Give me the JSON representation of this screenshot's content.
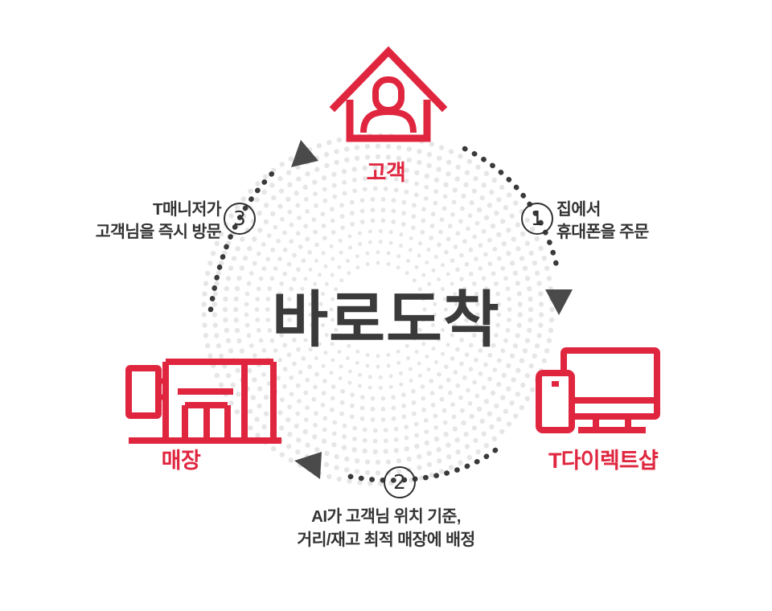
{
  "diagram": {
    "center_title": "바로도착",
    "accent_color": "#e0263f",
    "text_color": "#333333",
    "dot_color": "#e6e6e6",
    "arrow_color": "#3f3f3f",
    "background": "#ffffff"
  },
  "nodes": [
    {
      "id": "customer",
      "label": "고객",
      "icon": "house-with-person-icon",
      "position": "top"
    },
    {
      "id": "tdirectshop",
      "label": "T다이렉트샵",
      "icon": "monitor-and-phone-icon",
      "position": "bottom-right"
    },
    {
      "id": "store",
      "label": "매장",
      "icon": "storefront-icon",
      "position": "bottom-left"
    }
  ],
  "steps": [
    {
      "number": "1",
      "badge": "①",
      "text": "집에서\n휴대폰을 주문",
      "from": "customer",
      "to": "tdirectshop"
    },
    {
      "number": "2",
      "badge": "②",
      "text": "AI가 고객님 위치 기준,\n거리/재고 최적 매장에 배정",
      "from": "tdirectshop",
      "to": "store"
    },
    {
      "number": "3",
      "badge": "③",
      "text": "T매니저가\n고객님을 즉시 방문",
      "from": "store",
      "to": "customer"
    }
  ]
}
